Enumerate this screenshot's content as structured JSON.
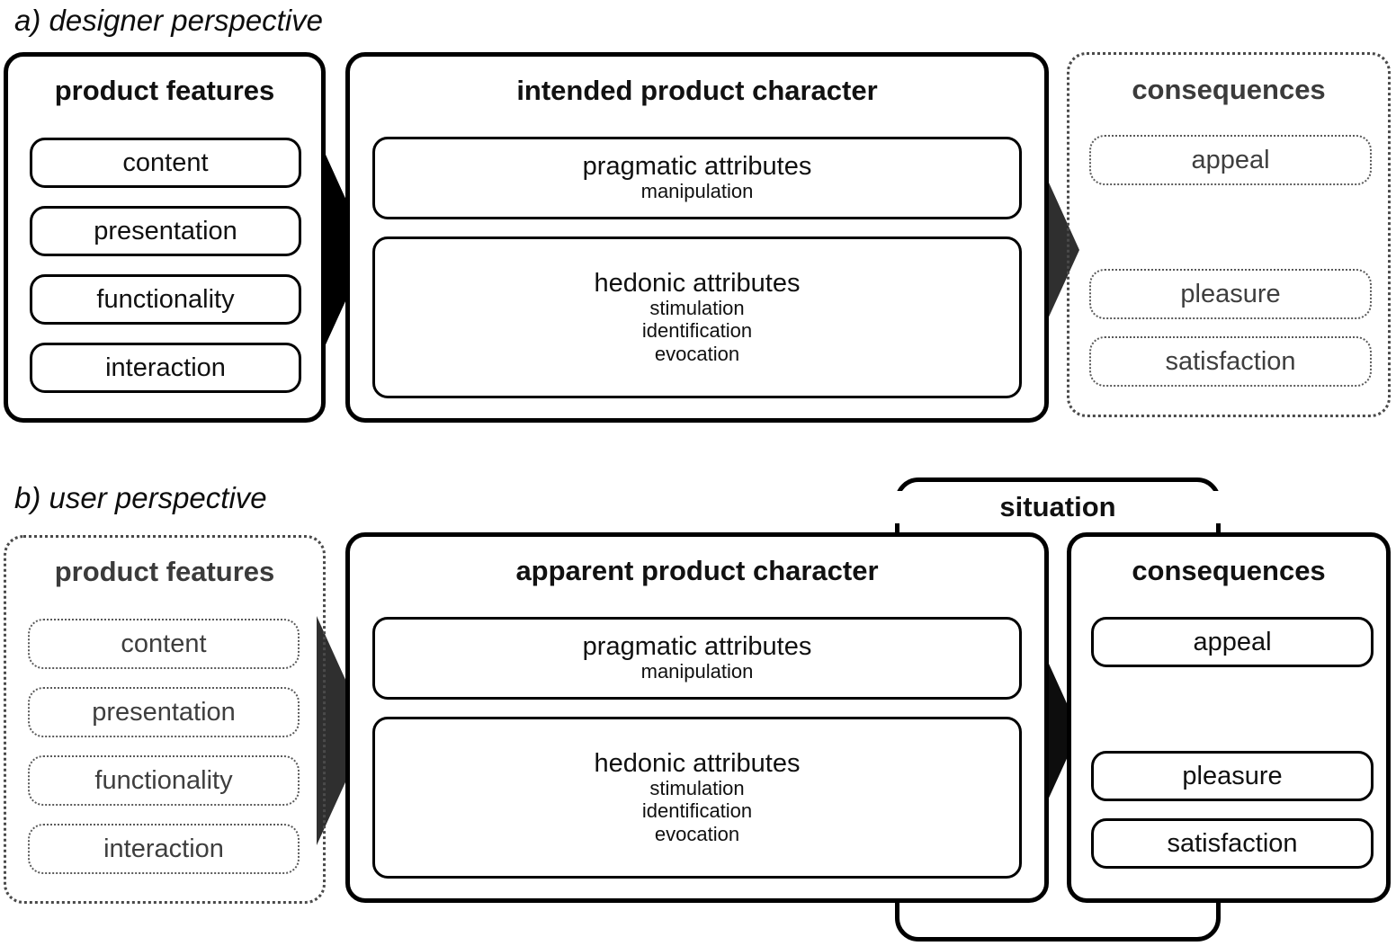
{
  "figure": {
    "panels": [
      {
        "id": "designer",
        "title": "a) designer perspective",
        "columns": {
          "product_features": {
            "heading": "product features",
            "style": "solid",
            "items": [
              {
                "label": "content"
              },
              {
                "label": "presentation"
              },
              {
                "label": "functionality"
              },
              {
                "label": "interaction"
              }
            ]
          },
          "product_character": {
            "heading": "intended product character",
            "style": "solid",
            "groups": [
              {
                "label": "pragmatic attributes",
                "sublabels": [
                  "manipulation"
                ]
              },
              {
                "label": "hedonic attributes",
                "sublabels": [
                  "stimulation",
                  "identification",
                  "evocation"
                ]
              }
            ]
          },
          "consequences": {
            "heading": "consequences",
            "style": "dotted",
            "items": [
              {
                "label": "appeal"
              },
              {
                "label": "pleasure"
              },
              {
                "label": "satisfaction"
              }
            ]
          }
        },
        "arrows": [
          {
            "name": "features-to-character",
            "color": "#000000"
          },
          {
            "name": "character-to-consequences",
            "color": "#2f2f2f"
          }
        ]
      },
      {
        "id": "user",
        "title": "b) user perspective",
        "situation": {
          "label": "situation"
        },
        "columns": {
          "product_features": {
            "heading": "product features",
            "style": "dotted",
            "items": [
              {
                "label": "content"
              },
              {
                "label": "presentation"
              },
              {
                "label": "functionality"
              },
              {
                "label": "interaction"
              }
            ]
          },
          "product_character": {
            "heading": "apparent product character",
            "style": "solid",
            "groups": [
              {
                "label": "pragmatic attributes",
                "sublabels": [
                  "manipulation"
                ]
              },
              {
                "label": "hedonic attributes",
                "sublabels": [
                  "stimulation",
                  "identification",
                  "evocation"
                ]
              }
            ]
          },
          "consequences": {
            "heading": "consequences",
            "style": "solid",
            "items": [
              {
                "label": "appeal"
              },
              {
                "label": "pleasure"
              },
              {
                "label": "satisfaction"
              }
            ]
          }
        },
        "arrows": [
          {
            "name": "features-to-character",
            "color": "#2f2f2f"
          },
          {
            "name": "character-to-consequences",
            "color": "#0d0d0d"
          }
        ]
      }
    ],
    "colors": {
      "ink": "#000000",
      "muted_ink": "#3e3e3e",
      "arrow_dark": "#2f2f2f",
      "background": "#ffffff"
    }
  }
}
